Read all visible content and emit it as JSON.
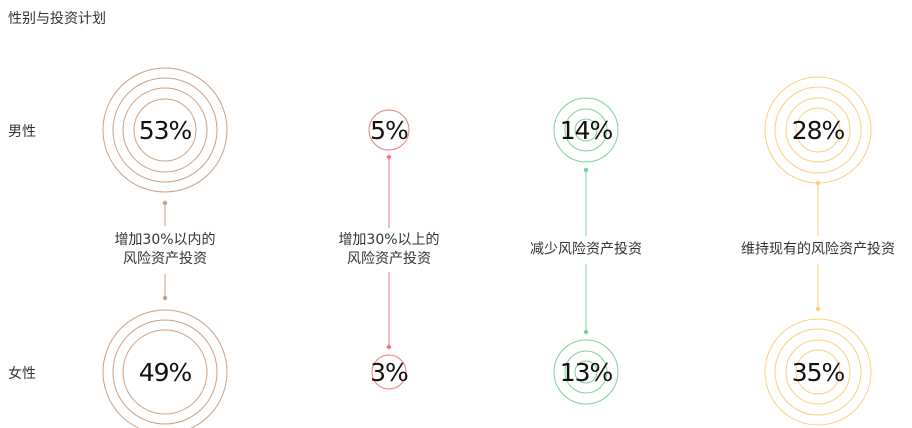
{
  "chart_data": {
    "type": "concentric-ring-comparison",
    "title": "性别与投资计划",
    "rows": [
      "男性",
      "女性"
    ],
    "categories": [
      "增加30%以内的风险资产投资",
      "增加30%以上的风险资产投资",
      "减少风险资产投资",
      "维持现有的风险资产投资"
    ],
    "series": [
      {
        "name": "男性",
        "values": [
          53,
          5,
          14,
          28
        ]
      },
      {
        "name": "女性",
        "values": [
          49,
          3,
          13,
          35
        ]
      }
    ],
    "unit": "%",
    "colors": [
      "#c9a285",
      "#ef7b7b",
      "#7fd19a",
      "#fccf7e"
    ]
  },
  "title": "性别与投资计划",
  "rows": {
    "male": "男性",
    "female": "女性"
  },
  "columns": [
    {
      "label_line1": "增加30%以内的",
      "label_line2": "风险资产投资",
      "male": "53%",
      "female": "49%",
      "color": "#c9a285"
    },
    {
      "label_line1": "增加30%以上的",
      "label_line2": "风险资产投资",
      "male": "5%",
      "female": "3%",
      "color": "#ef7b7b"
    },
    {
      "label_line1": "减少风险资产投资",
      "label_line2": "",
      "male": "14%",
      "female": "13%",
      "color": "#7fd19a"
    },
    {
      "label_line1": "维持现有的风险资产投资",
      "label_line2": "",
      "male": "28%",
      "female": "35%",
      "color": "#fccf7e"
    }
  ]
}
